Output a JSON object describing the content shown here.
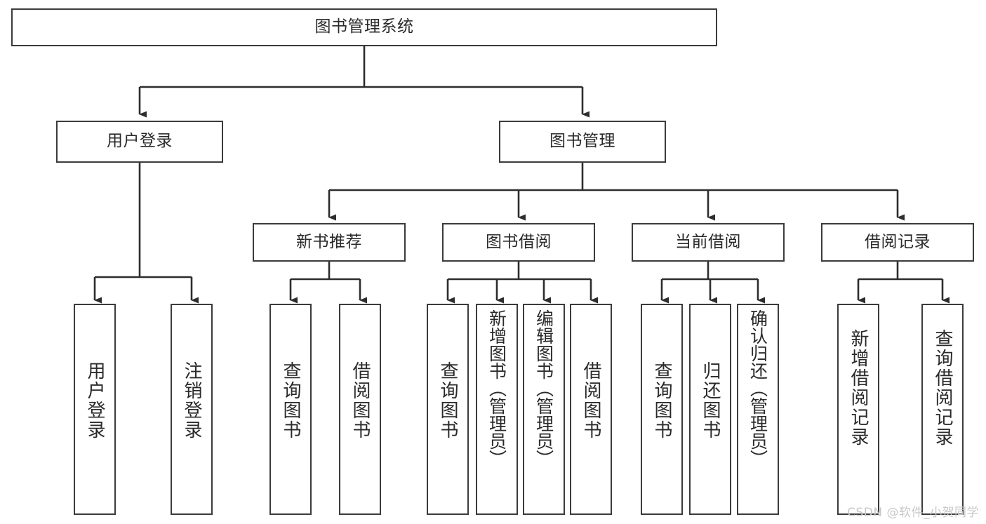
{
  "diagram": {
    "type": "tree",
    "title": "图书管理系统",
    "root": {
      "id": "root",
      "label": "图书管理系统"
    },
    "level2": [
      {
        "id": "user-login",
        "label": "用户登录"
      },
      {
        "id": "book-manage",
        "label": "图书管理"
      }
    ],
    "level3": [
      {
        "id": "new-book-rec",
        "label": "新书推荐"
      },
      {
        "id": "book-borrow",
        "label": "图书借阅"
      },
      {
        "id": "current-borrow",
        "label": "当前借阅"
      },
      {
        "id": "borrow-record",
        "label": "借阅记录"
      }
    ],
    "leaves": [
      {
        "id": "leaf-user-login",
        "label": "用户登录",
        "parent": "user-login"
      },
      {
        "id": "leaf-logout",
        "label": "注销登录",
        "parent": "user-login"
      },
      {
        "id": "leaf-query-book-1",
        "label": "查询图书",
        "parent": "new-book-rec"
      },
      {
        "id": "leaf-borrow-book-1",
        "label": "借阅图书",
        "parent": "new-book-rec"
      },
      {
        "id": "leaf-query-book-2",
        "label": "查询图书",
        "parent": "book-borrow"
      },
      {
        "id": "leaf-add-book",
        "label": "新增图书（管理员）",
        "parent": "book-borrow"
      },
      {
        "id": "leaf-edit-book",
        "label": "编辑图书（管理员）",
        "parent": "book-borrow"
      },
      {
        "id": "leaf-borrow-book-2",
        "label": "借阅图书",
        "parent": "book-borrow"
      },
      {
        "id": "leaf-query-book-3",
        "label": "查询图书",
        "parent": "current-borrow"
      },
      {
        "id": "leaf-return-book",
        "label": "归还图书",
        "parent": "current-borrow"
      },
      {
        "id": "leaf-confirm-return",
        "label": "确认归还（管理员）",
        "parent": "current-borrow"
      },
      {
        "id": "leaf-add-record",
        "label": "新增借阅记录",
        "parent": "borrow-record"
      },
      {
        "id": "leaf-query-record",
        "label": "查询借阅记录",
        "parent": "borrow-record"
      }
    ],
    "colors": {
      "border": "#3b3b3b",
      "background": "#ffffff",
      "text": "#2a2a2a",
      "watermark": "#c8c8c8"
    }
  },
  "watermark": {
    "text": "CSDN @软件_小贺同学"
  }
}
